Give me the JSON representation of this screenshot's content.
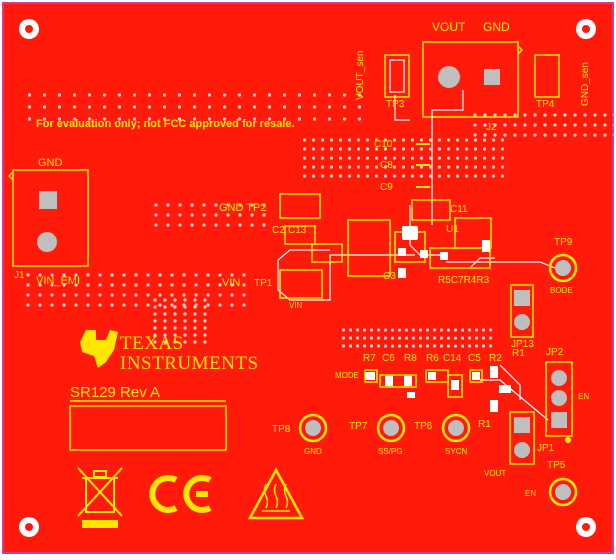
{
  "board": {
    "revision": "SR129 Rev A",
    "notice": "For evaluation only; not FCC approved for resale.",
    "logo_line1": "Texas",
    "logo_line2": "Instruments"
  },
  "labels": {
    "vout_top": "VOUT",
    "gnd_top": "GND",
    "vout_sen": "VOUT_sen",
    "gnd_sen": "GND_sen",
    "tp3": "TP3",
    "tp4": "TP4",
    "j2": "J2",
    "c10": "C10",
    "c8": "C8",
    "c9": "C9",
    "c11": "C11",
    "u1": "U1",
    "gnd_left": "GND",
    "j1": "J1",
    "vin_emi": "VIN_EMI",
    "gnd_tp2": "GND TP2",
    "c2": "C2",
    "c13": "C13",
    "vin_tp1": "VIN",
    "tp1": "TP1",
    "vin_small": "VIN",
    "c3": "C3",
    "c_row": "R5C7R4R3",
    "tp9": "TP9",
    "bode": "BODE",
    "jp13": "JP13",
    "mode": "MODE",
    "r7": "R7",
    "c6": "C6",
    "r8": "R8",
    "r6": "R6",
    "c14": "C14",
    "c5": "C5",
    "r2": "R2",
    "r1_top": "R1",
    "jp2": "JP2",
    "en_right": "EN",
    "tp8": "TP8",
    "gnd_tp8": "GND",
    "tp7": "TP7",
    "sspg": "SS/PG",
    "tp6": "TP6",
    "sycn": "SYCN",
    "r1": "R1",
    "jp1": "JP1",
    "vout_bottom": "VOUT",
    "tp5": "TP5",
    "en_bottom": "EN",
    "ce": "CE"
  },
  "colors": {
    "board": "#ff1a0a",
    "silk": "#ffe600",
    "outline": "#c8409a",
    "pad": "#bfbfbf"
  },
  "icons": [
    "mounting-hole-icon",
    "weee-bin-icon",
    "ce-mark-icon",
    "hot-surface-icon",
    "ti-logo-icon"
  ]
}
